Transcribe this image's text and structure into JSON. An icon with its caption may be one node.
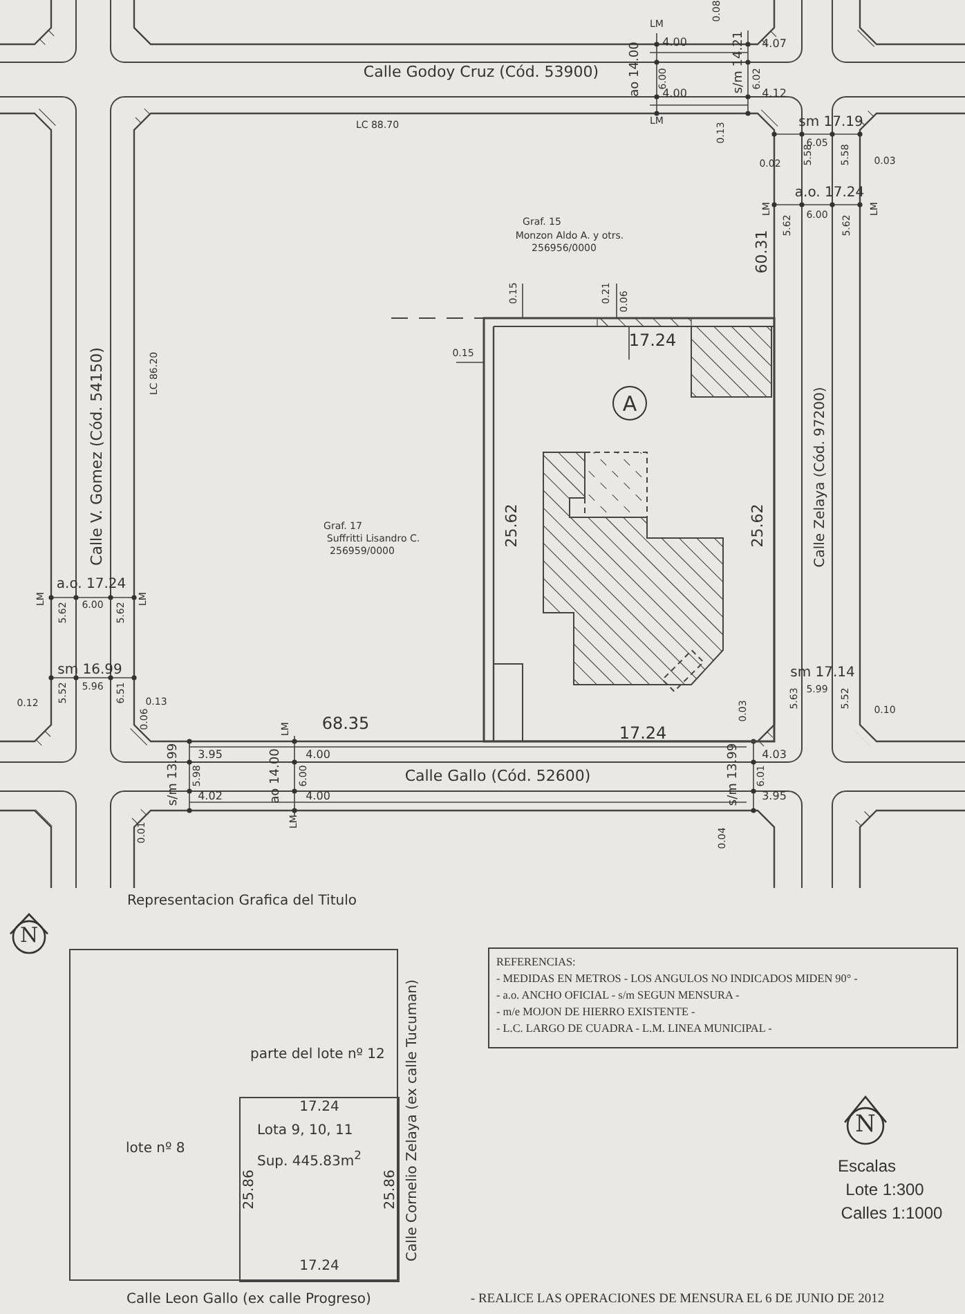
{
  "diagram": {
    "nodes": [
      {
        "text": [
          "A"
        ]
      },
      {
        "text": [
          "REFERENCIAS:",
          "- MEDIDAS EN METROS - LOS ANGULOS NO INDICADOS MIDEN 90° -",
          "- a.o. ANCHO OFICIAL - s/m SEGUN MENSURA -",
          "- m/e MOJON DE HIERRO EXISTENTE -",
          "- L.C. LARGO DE CUADRA - L.M. LINEA MUNICIPAL -"
        ]
      },
      {
        "text": [
          "N"
        ]
      },
      {
        "text": [
          "parte del lote nº 12",
          "lote nº 8"
        ]
      },
      {
        "text": [
          "Lota 9, 10, 11",
          "Sup. 445.83m$^{2}$"
        ],
        "in": 3
      },
      {
        "text": [
          "N"
        ]
      }
    ],
    "labels": [
      "LM",
      "4.00",
      "Calle Godoy Cruz (Cód. 53900)",
      "ao 14.00",
      "6.00",
      "4.00",
      "LM",
      "0.08",
      "s/m 14.21",
      "6.02",
      "4.07",
      "4.12",
      "LC 88.70",
      "0.13",
      "sm 17.19",
      "5.58",
      "6.05",
      "5.58",
      "0.02",
      "0.03",
      "a.o. 17.24",
      "LM",
      "LM",
      "5.62",
      "6.00",
      "5.62",
      "60.31",
      "Graf. 15",
      "Monzon Aldo A. y otrs.",
      "256956/0000",
      "0.15",
      "0.21",
      "0.06",
      "0.15",
      "17.24",
      "Calle V. Gomez (Cód. 54150)",
      "LC 86.20",
      "Graf. 17",
      "Suffritti Lisandro C.",
      "256959/0000",
      "25.62",
      "25.62",
      "Calle Zelaya (Cód. 97200)",
      "a.o. 17.24",
      "LM",
      "LM",
      "5.62",
      "6.00",
      "5.62",
      "sm 16.99",
      "0.12",
      "5.52",
      "5.96",
      "6.51",
      "0.13",
      "0.06",
      "LM",
      "68.35",
      "17.24",
      "0.03",
      "sm 17.14",
      "5.63",
      "5.99",
      "5.52",
      "0.10",
      "3.95",
      "4.00",
      "4.03",
      "s/m 13.99",
      "5.98",
      "ao 14.00",
      "6.00",
      "Calle Gallo (Cód. 52600)",
      "s/m 13.99",
      "6.01",
      "4.02",
      "4.00",
      "3.95",
      "LM",
      "0.01",
      "0.04",
      "Representacion Grafica del Titulo",
      "17.24",
      "25.86",
      "25.86",
      "17.24",
      "Calle Cornelio Zelaya (ex calle Tucuman)",
      "Calle Leon Gallo (ex calle Progreso)",
      "- REALICE LAS OPERACIONES DE MENSURA EL 6 DE JUNIO DE 2012",
      "Escalas",
      "Lote 1:300",
      "Calles 1:1000"
    ]
  }
}
